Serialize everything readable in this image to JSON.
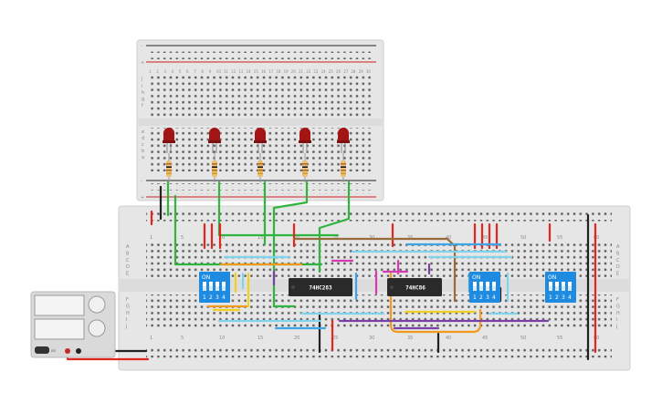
{
  "chips": [
    {
      "id": "chip-74hc283",
      "label": "74HC283"
    },
    {
      "id": "chip-74hc86",
      "label": "74HC86"
    }
  ],
  "dip_switches": [
    {
      "id": "dip-switch-a",
      "on_label": "ON",
      "numbers": [
        "1",
        "2",
        "3",
        "4"
      ]
    },
    {
      "id": "dip-switch-b",
      "on_label": "ON",
      "numbers": [
        "1",
        "2",
        "3",
        "4"
      ]
    },
    {
      "id": "dip-switch-c",
      "on_label": "ON",
      "numbers": [
        "1",
        "2",
        "3",
        "4"
      ]
    }
  ],
  "breadboard_large": {
    "column_numbers": [
      "1",
      "5",
      "10",
      "15",
      "20",
      "25",
      "30",
      "35",
      "40",
      "45",
      "50",
      "55",
      "60"
    ],
    "row_letters_top": [
      "A",
      "B",
      "C",
      "D",
      "E"
    ],
    "row_letters_bottom": [
      "F",
      "G",
      "H",
      "I",
      "J"
    ]
  },
  "breadboard_small": {
    "row_letters": [
      "j",
      "i",
      "h",
      "g",
      "f",
      "e",
      "d",
      "c",
      "b",
      "a"
    ],
    "column_numbers": [
      "1",
      "2",
      "3",
      "4",
      "5",
      "6",
      "7",
      "8",
      "9",
      "10",
      "11",
      "12",
      "13",
      "14",
      "15",
      "16",
      "17",
      "18",
      "19",
      "20",
      "21",
      "22",
      "23",
      "24",
      "25",
      "26",
      "27",
      "28",
      "29",
      "30"
    ]
  },
  "rail_symbols": {
    "minus": "-",
    "plus": "+"
  },
  "power_supply": {
    "button_label": "on"
  },
  "colors": {
    "wire_green": "#2fb53f",
    "wire_red": "#e0261f",
    "wire_black": "#222222",
    "wire_orange": "#f39a1e",
    "wire_yellow": "#f0d020",
    "wire_blue": "#3da5e6",
    "wire_cyan": "#7fd3ec",
    "wire_purple": "#7b3fa8",
    "wire_magenta": "#d63ab3",
    "wire_brown": "#9a6a3a",
    "led_red": "#a31515",
    "dip_blue": "#1f8be0",
    "chip_body": "#2a2a2a",
    "board": "#e6e6e6"
  }
}
